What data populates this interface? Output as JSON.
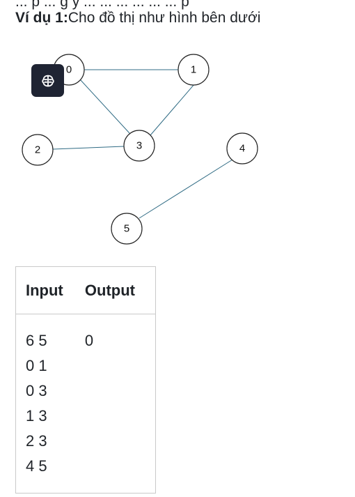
{
  "heading": {
    "clipped_top_text": "... p ... g y ... ... ... ... ... ... p",
    "bold": "Ví dụ 1:",
    "text": "Cho đồ thị như hình bên dưới"
  },
  "graph": {
    "nodes": [
      "0",
      "1",
      "2",
      "3",
      "4",
      "5"
    ],
    "edges": [
      [
        "0",
        "1"
      ],
      [
        "0",
        "3"
      ],
      [
        "1",
        "3"
      ],
      [
        "2",
        "3"
      ],
      [
        "4",
        "5"
      ]
    ]
  },
  "table": {
    "headers": [
      "Input",
      "Output"
    ],
    "input_lines": [
      "6 5",
      "0 1",
      "0 3",
      "1 3",
      "2 3",
      "4 5"
    ],
    "output_lines": [
      "0"
    ]
  },
  "badge": {
    "icon": "brain-icon",
    "color": "#1f2433"
  },
  "colors": {
    "edge": "#2f6b84"
  }
}
